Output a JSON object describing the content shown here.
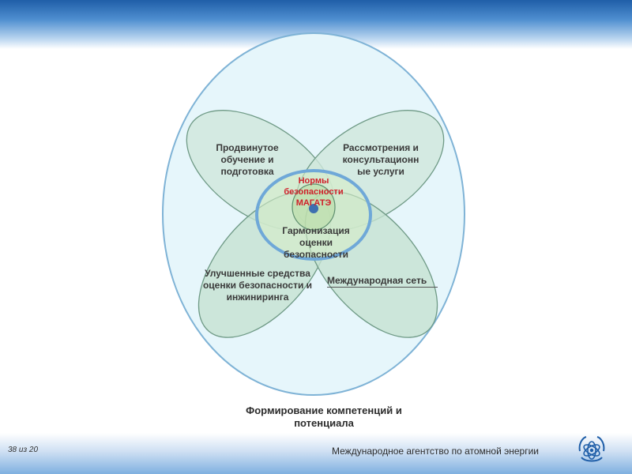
{
  "diagram": {
    "advanced_training": "Продвинутое\nобучение и\nподготовка",
    "reviews": "Рассмотрения и\nконсультационн\nые услуги",
    "core": "Нормы\nбезопасности\nМАГАТЭ",
    "harmonization": "Гармонизация\nоценки\nбезопасности",
    "tools": "Улучшенные средства\nоценки безопасности и\nинжиниринга",
    "network": "Международная сеть"
  },
  "caption": "Формирование компетенций и\nпотенциала",
  "footer": {
    "page": "38 из 20",
    "org": "Международное агентство по атомной энергии"
  },
  "colors": {
    "outer_circle_fill": "#e6f6fb",
    "petal_fill": "#cfe7dc",
    "core_ring": "#6fa8d8",
    "brand": "#1f5ea8"
  }
}
